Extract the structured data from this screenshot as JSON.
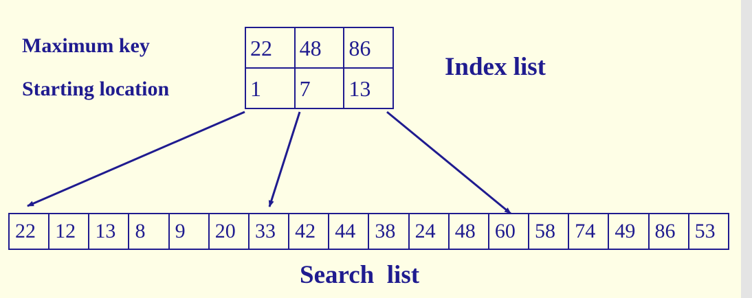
{
  "index_list": {
    "title": "Index list",
    "row_labels": {
      "max_key": "Maximum key",
      "start_loc": "Starting location"
    },
    "max_keys": [
      "22",
      "48",
      "86"
    ],
    "start_locations": [
      "1",
      "7",
      "13"
    ]
  },
  "search_list": {
    "title": "Search  list",
    "values": [
      "22",
      "12",
      "13",
      "8",
      "9",
      "20",
      "33",
      "42",
      "44",
      "38",
      "24",
      "48",
      "60",
      "58",
      "74",
      "49",
      "86",
      "53"
    ]
  },
  "colors": {
    "ink": "#1f1b8f",
    "background": "#fefee6",
    "scrollbar": "#e4e4e4"
  }
}
